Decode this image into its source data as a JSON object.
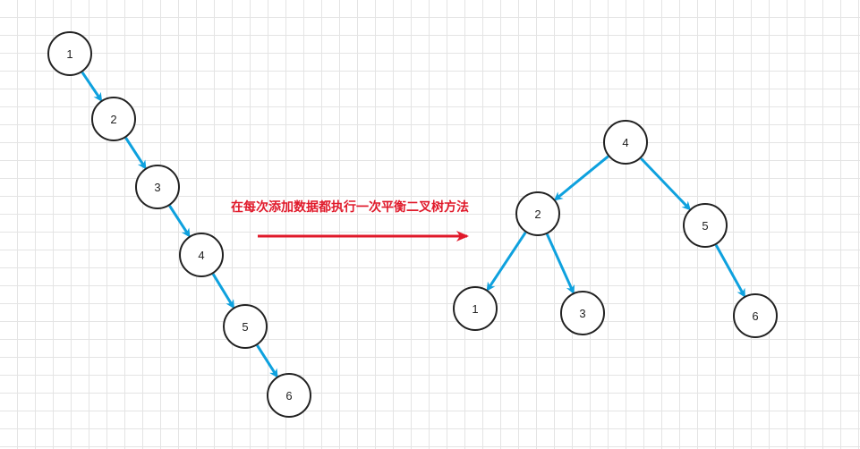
{
  "caption": "在每次添加数据都执行一次平衡二叉树方法",
  "colors": {
    "edge": "#0ea1de",
    "node_stroke": "#222222",
    "arrow": "#e0192a",
    "caption": "#e0192a"
  },
  "before_tree": {
    "nodes": [
      "1",
      "2",
      "3",
      "4",
      "5",
      "6"
    ],
    "edges": [
      [
        "1",
        "2"
      ],
      [
        "2",
        "3"
      ],
      [
        "3",
        "4"
      ],
      [
        "4",
        "5"
      ],
      [
        "5",
        "6"
      ]
    ]
  },
  "after_tree": {
    "nodes": [
      "4",
      "2",
      "5",
      "1",
      "3",
      "6"
    ],
    "edges": [
      [
        "4",
        "2"
      ],
      [
        "4",
        "5"
      ],
      [
        "2",
        "1"
      ],
      [
        "2",
        "3"
      ],
      [
        "5",
        "6"
      ]
    ]
  }
}
